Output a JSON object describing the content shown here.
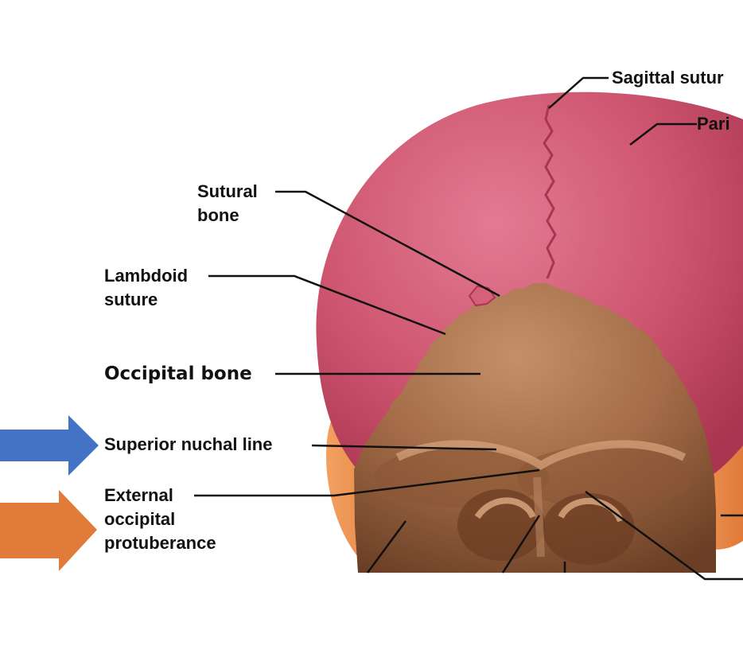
{
  "labels": {
    "sagittal": "Sagittal sutur",
    "parietal": "Pari",
    "sutural_1": "Sutural",
    "sutural_2": "bone",
    "lambdoid_1": "Lambdoid",
    "lambdoid_2": "suture",
    "occipital": "Occipital bone",
    "superior_nuchal": "Superior nuchal line",
    "eop_1": "External",
    "eop_2": "occipital",
    "eop_3": "protuberance"
  },
  "colors": {
    "parietal_bone": "#C94A64",
    "occipital_bone": "#A86E49",
    "temporal_bone": "#E8944E",
    "blue_arrow": "#4472C4",
    "orange_arrow": "#E07B39",
    "leader_line": "#111111"
  },
  "icons": {
    "blue_arrow": "right-arrow-icon",
    "orange_arrow": "right-arrow-icon"
  }
}
